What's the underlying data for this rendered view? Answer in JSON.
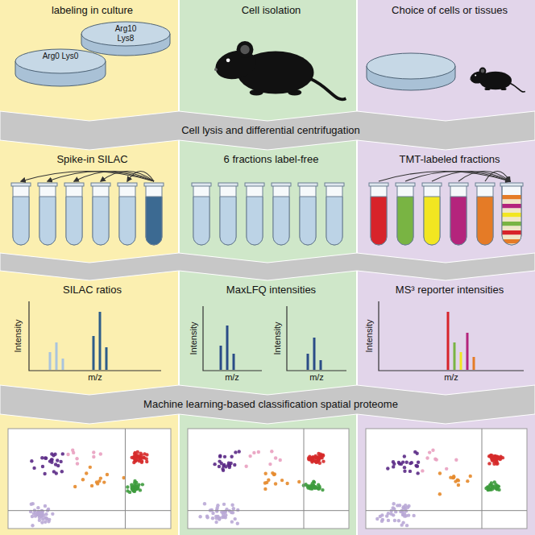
{
  "diagram": {
    "nodes": [
      {
        "text": [
          "labeling in culture"
        ]
      },
      {
        "text": [
          "Arg10 Lys8"
        ],
        "in": 0
      },
      {
        "text": [
          "Arg0 Lys0"
        ],
        "in": 0
      },
      {
        "text": [
          "Cell isolation"
        ]
      },
      {
        "text": [
          "Choice of cells or tissues"
        ]
      },
      {
        "text": [
          "Cell lysis and differential centrifugation"
        ]
      },
      {
        "text": [
          "Spike-in SILAC"
        ]
      },
      {
        "text": [
          "6 fractions label-free"
        ]
      },
      {
        "text": [
          "TMT-labeled fractions"
        ]
      },
      {
        "text": [
          "SILAC ratios"
        ]
      },
      {
        "text": [
          "MaxLFQ intensities"
        ]
      },
      {
        "text": [
          "MS³ reporter intensities"
        ]
      },
      {
        "text": [
          "Machine learning-based classification spatial proteome"
        ]
      }
    ],
    "labels": [
      "Intensity",
      "m/z",
      "Intensity",
      "m/z",
      "Intensity",
      "m/z",
      "Intensity",
      "m/z"
    ]
  }
}
